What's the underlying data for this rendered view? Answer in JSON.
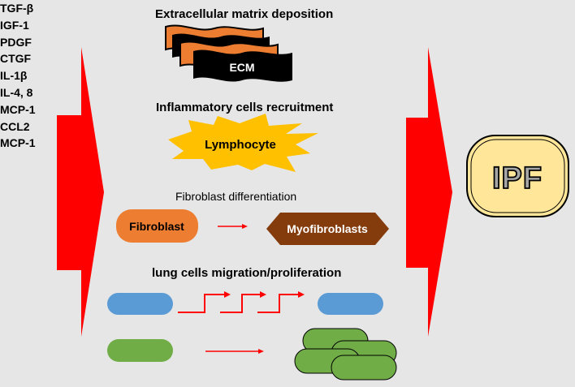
{
  "cytokines": [
    "TGF-β",
    "IGF-1",
    "PDGF",
    "CTGF",
    "IL-1β",
    "IL-4, 8",
    "MCP-1",
    "CCL2",
    "MCP-1"
  ],
  "sections": {
    "ecm_title": "Extracellular matrix deposition",
    "ecm_label": "ECM",
    "inflammatory_title": "Inflammatory cells recruitment",
    "lymphocyte_label": "Lymphocyte",
    "fibro_title": "Fibroblast differentiation",
    "fibroblast_label": "Fibroblast",
    "myofibro_label": "Myofibroblasts",
    "migration_title": "lung cells migration/proliferation"
  },
  "outcome": {
    "label": "IPF"
  },
  "colors": {
    "background": "#e6e6e6",
    "arrow_red": "#ff0000",
    "ecm_orange": "#ed7d31",
    "ecm_black": "#000000",
    "star_yellow": "#ffc000",
    "fibroblast_orange": "#ed7d31",
    "myofibro_brown": "#843c0c",
    "cell_blue": "#5b9bd5",
    "cell_green": "#70ad47",
    "ipf_fill": "#ffe699",
    "ipf_text": "#a6a6a6"
  }
}
